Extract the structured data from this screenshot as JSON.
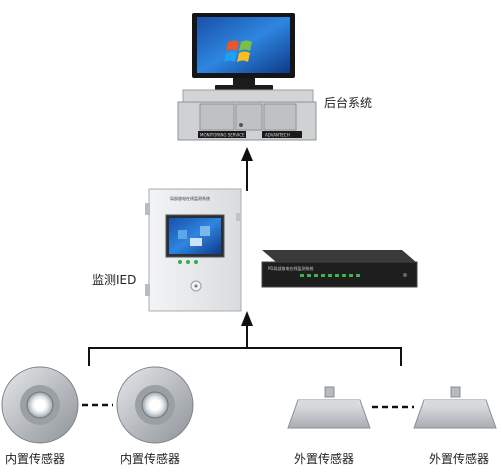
{
  "labels": {
    "backend_system": "后台系统",
    "monitor_ied": "监测IED",
    "internal_sensor_1": "内置传感器",
    "internal_sensor_2": "内置传感器",
    "external_sensor_1": "外置传感器",
    "external_sensor_2": "外置传感器"
  },
  "cabinet_title": "局部放电在线监测系统",
  "rack_unit_title": "PD局部放电在线监测系统",
  "server_panel_text": "MONITORING SERVICE",
  "server_brand": "ADVANTECH",
  "colors": {
    "line": "#111111",
    "screen_blue": "#1f6fd1",
    "cabinet": "#e9ebec",
    "rack": "#202020",
    "sensor_metal": "#c6c9cc"
  }
}
